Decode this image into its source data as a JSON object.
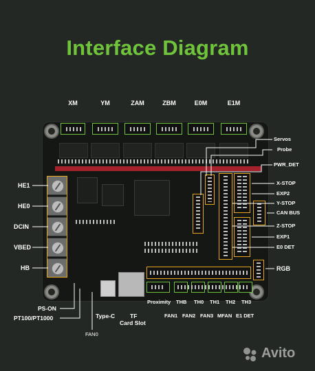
{
  "title": "Interface Diagram",
  "top_connectors": [
    "XM",
    "YM",
    "ZAM",
    "ZBM",
    "E0M",
    "E1M"
  ],
  "left_labels": [
    "HE1",
    "HE0",
    "DCIN",
    "VBED",
    "HB",
    "PS-ON",
    "PT100/PT1000"
  ],
  "right_labels": [
    "Servos",
    "Probe",
    "PWR_DET",
    "X-STOP",
    "EXP2",
    "Y-STOP",
    "CAN BUS",
    "Z-STOP",
    "EXP1",
    "E0 DET",
    "RGB"
  ],
  "bottom_row_upper": [
    "Proximity",
    "THB",
    "TH0",
    "TH1",
    "TH2",
    "TH3"
  ],
  "bottom_row_lower": [
    "FAN1",
    "FAN2",
    "FAN3",
    "MFAN",
    "E1 DET"
  ],
  "bottom_other": {
    "type_c": "Type-C",
    "tf_line1": "TF",
    "tf_line2": "Card Slot",
    "fan0": "FAN0"
  },
  "watermark": "Avito",
  "colors": {
    "accent_green": "#6fc43c",
    "connector_yellow": "#e8a820",
    "background": "#242824",
    "board": "#151715"
  }
}
